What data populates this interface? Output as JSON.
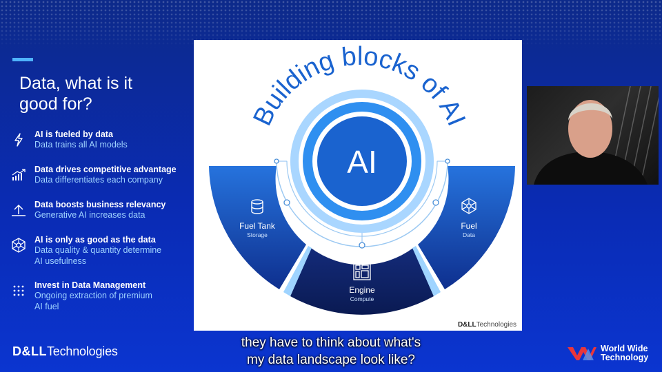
{
  "slide_left": {
    "title_line1": "Data, what is it",
    "title_line2": "good for?",
    "bullets": [
      {
        "icon": "lightning-icon",
        "head": "AI is fueled by data",
        "sub": [
          "Data trains all AI models"
        ]
      },
      {
        "icon": "chart-up-icon",
        "head": "Data drives competitive advantage",
        "sub": [
          "Data differentiates each company"
        ]
      },
      {
        "icon": "arrow-up-icon",
        "head": "Data boosts business relevancy",
        "sub": [
          "Generative AI increases data"
        ]
      },
      {
        "icon": "network-icon",
        "head": "AI is only as good as the data",
        "sub": [
          "Data quality & quantity determine",
          "AI usefulness"
        ]
      },
      {
        "icon": "dots-grid-icon",
        "head": "Invest in Data Management",
        "sub": [
          "Ongoing extraction of premium",
          "AI fuel"
        ]
      }
    ],
    "brand_bold": "D&LL",
    "brand_rest": "Technologies"
  },
  "diagram": {
    "title": "Building blocks of AI",
    "center": "AI",
    "segments": [
      {
        "name": "Fuel Tank",
        "sub": "Storage",
        "icon": "database-icon"
      },
      {
        "name": "Engine",
        "sub": "Compute",
        "icon": "chip-icon"
      },
      {
        "name": "Fuel",
        "sub": "Data",
        "icon": "network-icon"
      }
    ],
    "logo_bold": "D&LL",
    "logo_rest": "Technologies"
  },
  "caption": {
    "line1": "they have to think about what's",
    "line2": "my data landscape look like?"
  },
  "wwt": {
    "line1": "World Wide",
    "line2": "Technology"
  },
  "colors": {
    "background": "#0a2bb3",
    "accent": "#4fb3ff",
    "sub_text": "#9fd3ff",
    "diagram_blue": "#1b6fd6",
    "diagram_navy": "#0c2270"
  }
}
